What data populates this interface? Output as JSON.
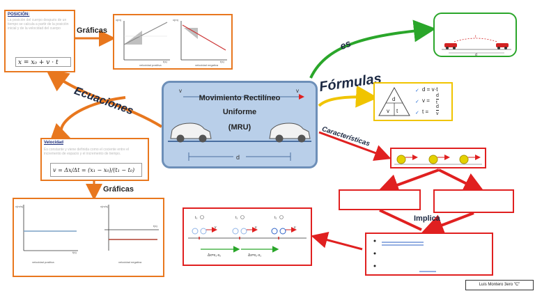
{
  "central": {
    "title_line1": "Movimiento Rectilíneo",
    "title_line2": "Uniforme",
    "abbr": "(MRU)",
    "vector_v": "v",
    "distance": "d"
  },
  "links": {
    "ecuaciones": "Ecuaciones",
    "es": "es",
    "formulas": "Fórmulas",
    "caracteristicas": "Características",
    "graficas_top": "Gráficas",
    "graficas_bottom": "Gráficas",
    "implica": "Implica"
  },
  "posicion": {
    "title": "POSICIÓN:",
    "text": "La posición del cuerpo después de un tiempo se calcula a partir de la posición inicial y de la velocidad del cuerpo",
    "formula": "x = x₀ + v · t"
  },
  "velocidad": {
    "title": "Velocidad",
    "text": "Es constante y viene definida como el cociente entre el incremento de espacio y el incremento de tiempo.",
    "formula": "v = Δx/Δt = (x₁ − x₀)/(t₁ − t₀)"
  },
  "graphs_top": {
    "left_caption": "velocidad positiva",
    "right_caption": "velocidad negativa",
    "axis_x": "t(s)",
    "axis_y": "x(m)"
  },
  "graphs_bottom": {
    "left_caption": "velocidad positiva",
    "right_caption": "velocidad negativa",
    "axis_x": "t(s)",
    "axis_y": "v(m/s)"
  },
  "formulas": {
    "triangle_top": "d",
    "triangle_left": "v",
    "triangle_right": "t",
    "f1": "d = v·t",
    "f2_lhs": "v =",
    "f2_num": "d",
    "f2_den": "t",
    "f3_lhs": "t =",
    "f3_num": "d",
    "f3_den": "v"
  },
  "es_box": {
    "t_label": "t",
    "d_label": "d"
  },
  "motion_box": {
    "t0": "t₀",
    "t1": "t₁",
    "t2": "t₂",
    "v": "v",
    "dx1": "Δx=x₁-x₀",
    "dx2": "Δx=x₂-x₁"
  },
  "author": "Luis Montero 3ero \"C\"",
  "colors": {
    "orange": "#e8771e",
    "red": "#e02020",
    "green": "#2aa62a",
    "yellow": "#f0c400",
    "central_bg": "#b9cfe9"
  }
}
